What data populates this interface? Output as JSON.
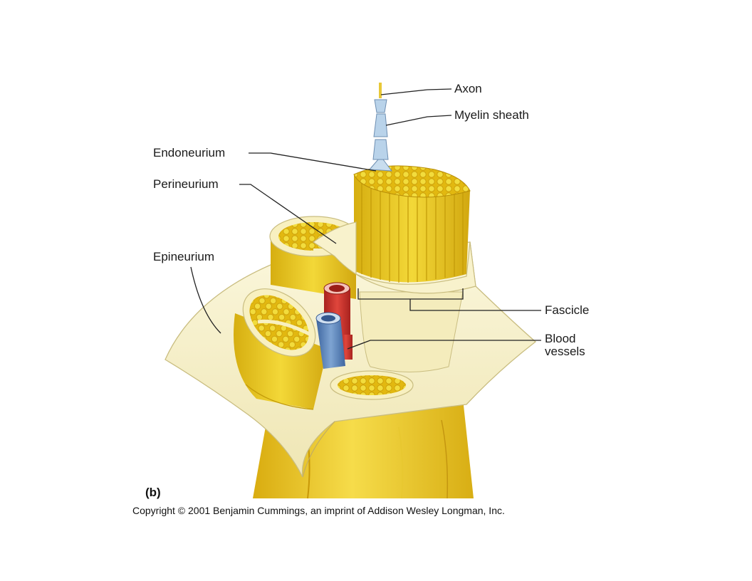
{
  "labels": {
    "axon": "Axon",
    "myelin_sheath": "Myelin sheath",
    "endoneurium": "Endoneurium",
    "perineurium": "Perineurium",
    "epineurium": "Epineurium",
    "fascicle": "Fascicle",
    "blood_vessels_line1": "Blood",
    "blood_vessels_line2": "vessels"
  },
  "panel_label": "(b)",
  "copyright": "Copyright © 2001 Benjamin Cummings, an imprint of Addison Wesley Longman, Inc.",
  "colors": {
    "nerve_yellow": "#e8c41c",
    "fiber_yellow": "#f2dc4c",
    "connective_cream": "#f6f0c8",
    "artery_red": "#c8322c",
    "vein_blue": "#5a82b8",
    "myelin_blue": "#b9d3ea"
  }
}
